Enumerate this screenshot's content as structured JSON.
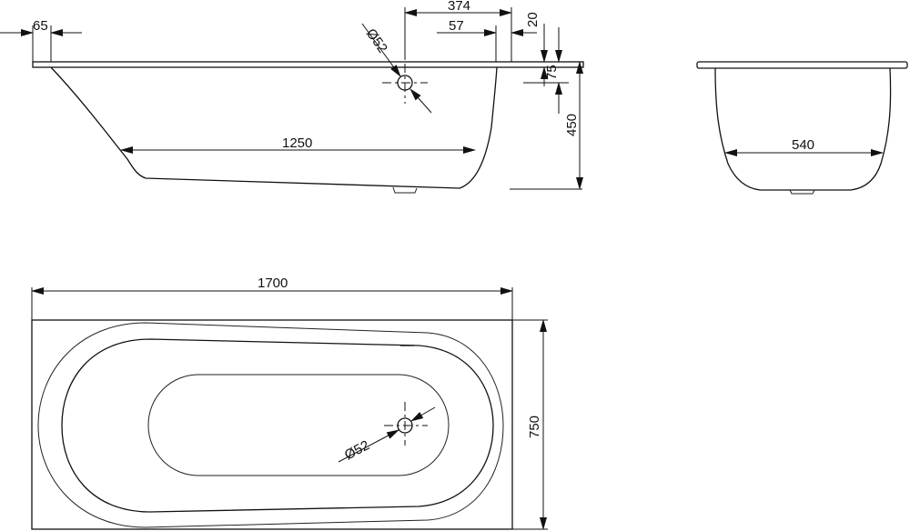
{
  "side_view": {
    "dims": {
      "rim_offset": "65",
      "drain_to_end": "374",
      "drain_offset": "57",
      "rim_thickness": "20",
      "drain_depth": "75",
      "depth": "450",
      "bottom_length": "1250",
      "drain_diameter": "Ø52"
    }
  },
  "end_view": {
    "dims": {
      "bottom_width": "540"
    }
  },
  "top_view": {
    "dims": {
      "length": "1700",
      "width": "750",
      "drain_diameter": "Ø52"
    }
  }
}
